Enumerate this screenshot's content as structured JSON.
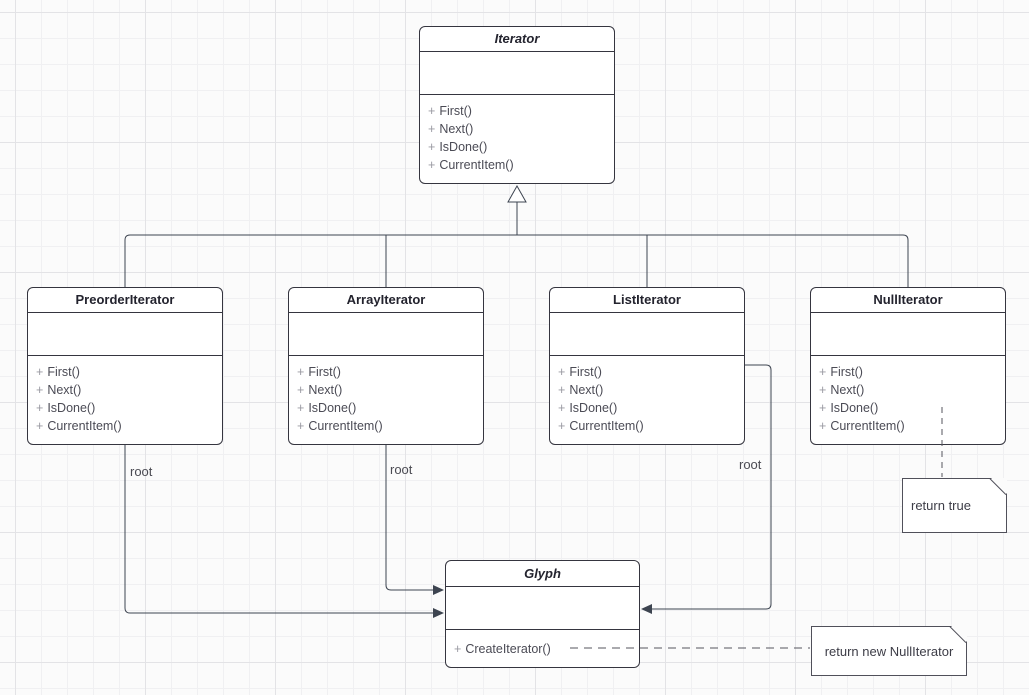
{
  "diagram": {
    "classes": [
      {
        "name": "Iterator",
        "abstract": true,
        "methods": [
          {
            "vis": "+",
            "label": "First()"
          },
          {
            "vis": "+",
            "label": "Next()"
          },
          {
            "vis": "+",
            "label": "IsDone()"
          },
          {
            "vis": "+",
            "label": "CurrentItem()"
          }
        ]
      },
      {
        "name": "PreorderIterator",
        "abstract": false,
        "methods": [
          {
            "vis": "+",
            "label": "First()"
          },
          {
            "vis": "+",
            "label": "Next()"
          },
          {
            "vis": "+",
            "label": "IsDone()"
          },
          {
            "vis": "+",
            "label": "CurrentItem()"
          }
        ]
      },
      {
        "name": "ArrayIterator",
        "abstract": false,
        "methods": [
          {
            "vis": "+",
            "label": "First()"
          },
          {
            "vis": "+",
            "label": "Next()"
          },
          {
            "vis": "+",
            "label": "IsDone()"
          },
          {
            "vis": "+",
            "label": "CurrentItem()"
          }
        ]
      },
      {
        "name": "ListIterator",
        "abstract": false,
        "methods": [
          {
            "vis": "+",
            "label": "First()"
          },
          {
            "vis": "+",
            "label": "Next()"
          },
          {
            "vis": "+",
            "label": "IsDone()"
          },
          {
            "vis": "+",
            "label": "CurrentItem()"
          }
        ]
      },
      {
        "name": "NullIterator",
        "abstract": false,
        "methods": [
          {
            "vis": "+",
            "label": "First()"
          },
          {
            "vis": "+",
            "label": "Next()"
          },
          {
            "vis": "+",
            "label": "IsDone()"
          },
          {
            "vis": "+",
            "label": "CurrentItem()"
          }
        ]
      },
      {
        "name": "Glyph",
        "abstract": true,
        "methods": [
          {
            "vis": "+",
            "label": "CreateIterator()"
          }
        ]
      }
    ],
    "connector_labels": [
      {
        "text": "root"
      },
      {
        "text": "root"
      },
      {
        "text": "root"
      }
    ],
    "notes": [
      {
        "text": "return true"
      },
      {
        "text": "return new NullIterator"
      }
    ],
    "colors": {
      "box_border": "#35353f",
      "connector": "#3d4450",
      "title_text": "#23232e",
      "method_text": "#4b4b55",
      "visibility_text": "#9a9aa2",
      "grid_minor": "#f0f0f2",
      "grid_major": "#e3e3e6"
    }
  }
}
